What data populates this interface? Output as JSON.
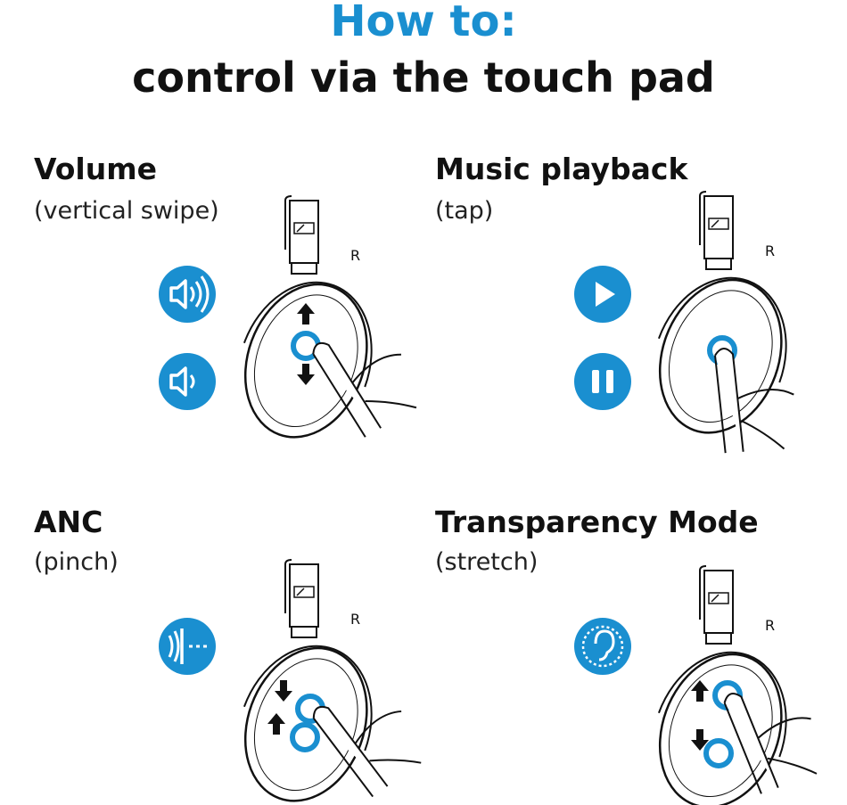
{
  "header": {
    "title": "How to:",
    "subtitle": "control via the touch pad"
  },
  "colors": {
    "accent": "#1a8fd0",
    "ink": "#111111"
  },
  "sections": [
    {
      "title": "Volume",
      "subtitle": "(vertical swipe)",
      "side_label": "R",
      "icons": [
        "volume-up-icon",
        "volume-down-icon"
      ],
      "gesture": "vertical-swipe"
    },
    {
      "title": "Music playback",
      "subtitle": "(tap)",
      "side_label": "R",
      "icons": [
        "play-icon",
        "pause-icon"
      ],
      "gesture": "tap"
    },
    {
      "title": "ANC",
      "subtitle": "(pinch)",
      "side_label": "R",
      "icons": [
        "anc-icon"
      ],
      "gesture": "pinch"
    },
    {
      "title": "Transparency Mode",
      "subtitle": "(stretch)",
      "side_label": "R",
      "icons": [
        "transparency-ear-icon"
      ],
      "gesture": "stretch"
    }
  ]
}
